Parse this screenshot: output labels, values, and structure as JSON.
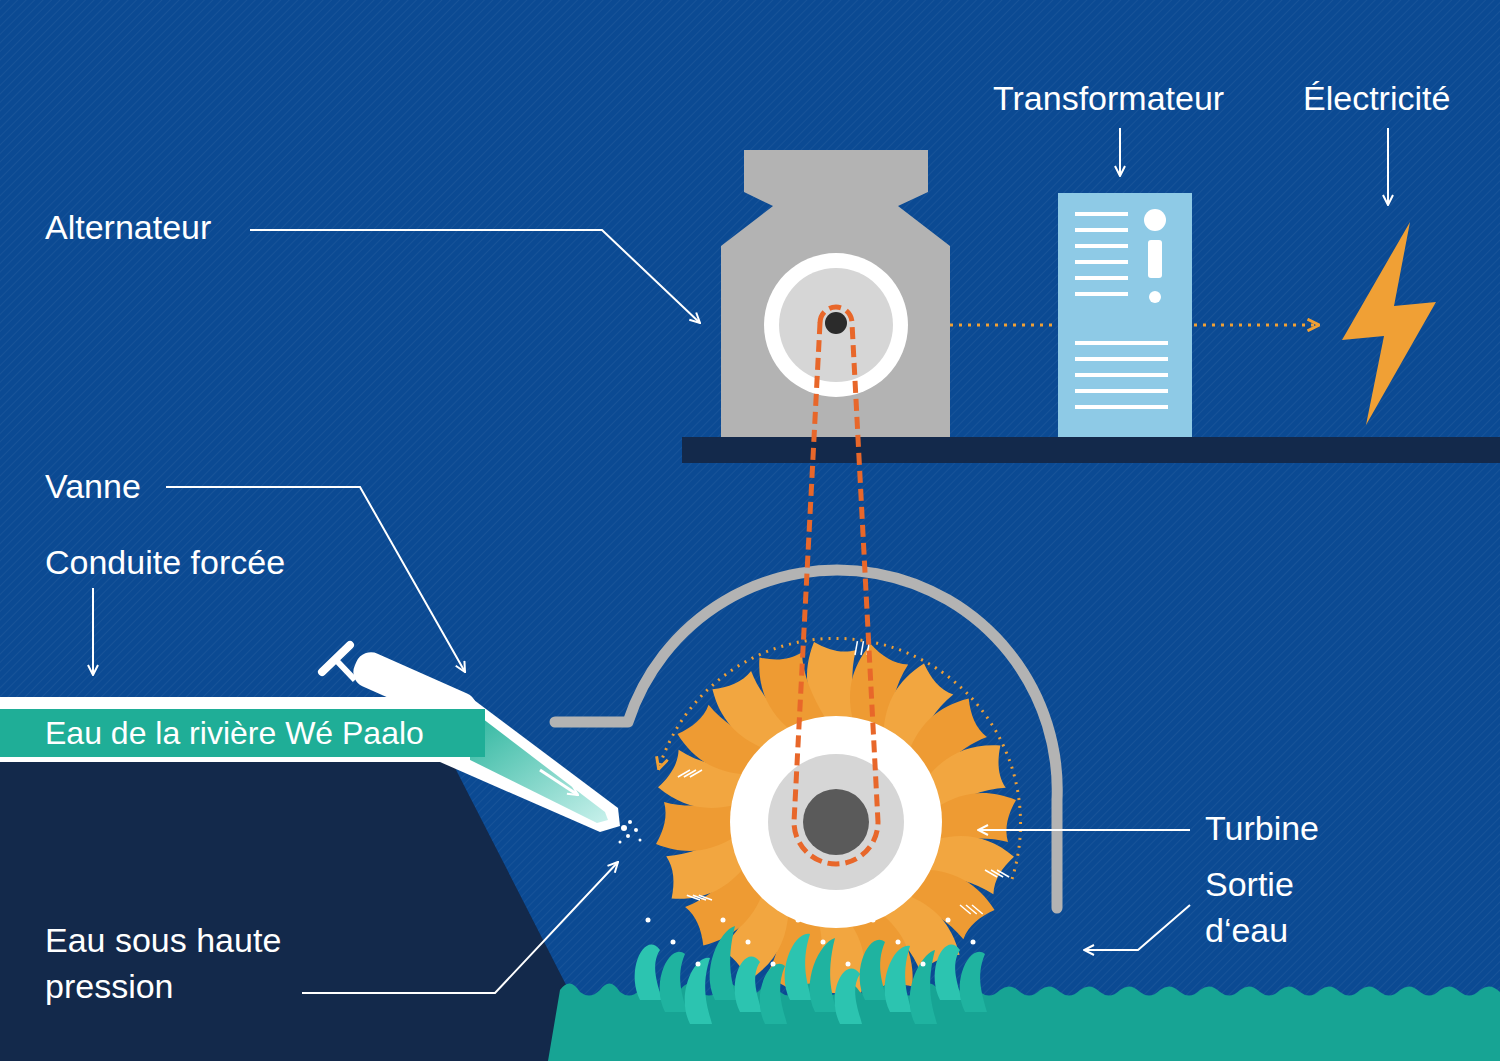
{
  "diagram": {
    "nodes": [
      {
        "text": [
          "Eau de la rivière Wé Paalo"
        ]
      }
    ],
    "labels": [
      "Alternateur",
      "Vanne",
      "Conduite forcée",
      "Transformateur",
      "Électricité",
      "Turbine",
      "Sortie d‘eau",
      "Eau sous haute pression"
    ]
  }
}
